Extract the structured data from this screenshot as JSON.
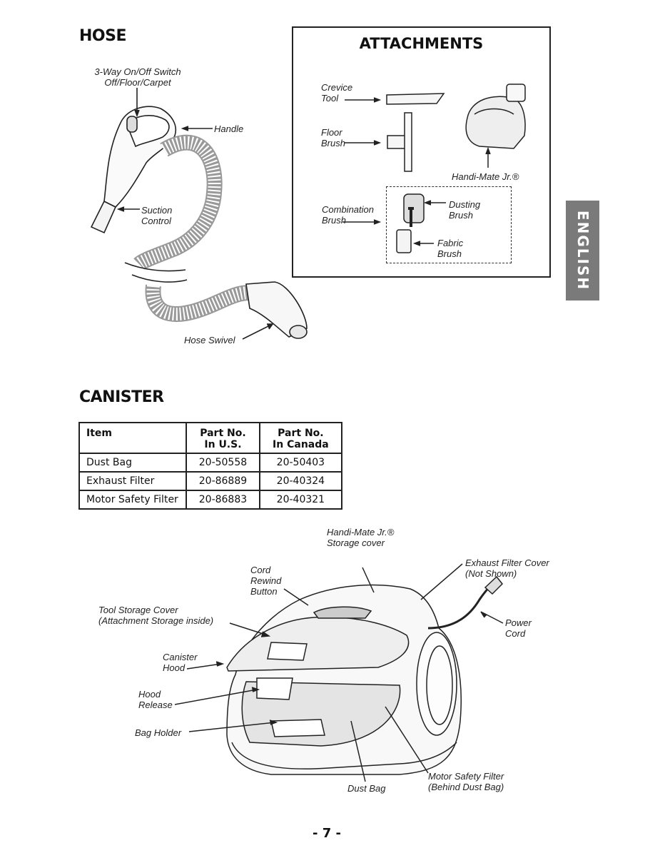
{
  "hose": {
    "heading": "HOSE",
    "switch_label_1": "3-Way On/Off Switch",
    "switch_label_2": "Off/Floor/Carpet",
    "handle_label": "Handle",
    "suction_label_1": "Suction",
    "suction_label_2": "Control",
    "swivel_label": "Hose Swivel"
  },
  "attachments": {
    "heading": "ATTACHMENTS",
    "crevice_1": "Crevice",
    "crevice_2": "Tool",
    "floor_1": "Floor",
    "floor_2": "Brush",
    "handimate": "Handi-Mate Jr.®",
    "combination_1": "Combination",
    "combination_2": "Brush",
    "dusting_1": "Dusting",
    "dusting_2": "Brush",
    "fabric_1": "Fabric",
    "fabric_2": "Brush"
  },
  "canister": {
    "heading": "CANISTER",
    "table": {
      "headers": [
        "Item",
        "Part No.",
        "In U.S.",
        "Part No.",
        "In Canada"
      ],
      "rows": [
        {
          "item": "Dust Bag",
          "us": "20-50558",
          "canada": "20-50403"
        },
        {
          "item": "Exhaust Filter",
          "us": "20-86889",
          "canada": "20-40324"
        },
        {
          "item": "Motor Safety Filter",
          "us": "20-86883",
          "canada": "20-40321"
        }
      ]
    },
    "labels": {
      "handimate_1": "Handi-Mate Jr.®",
      "handimate_2": "Storage cover",
      "cord_rewind_1": "Cord",
      "cord_rewind_2": "Rewind",
      "cord_rewind_3": "Button",
      "exhaust_1": "Exhaust Filter Cover",
      "exhaust_2": "(Not Shown)",
      "tool_storage_1": "Tool Storage Cover",
      "tool_storage_2": "(Attachment Storage inside)",
      "power_1": "Power",
      "power_2": "Cord",
      "canister_hood_1": "Canister",
      "canister_hood_2": "Hood",
      "hood_release_1": "Hood",
      "hood_release_2": "Release",
      "bag_holder": "Bag Holder",
      "dust_bag": "Dust Bag",
      "motor_1": "Motor Safety Filter",
      "motor_2": "(Behind Dust Bag)"
    }
  },
  "side_tab": "ENGLISH",
  "page_number": "- 7 -"
}
